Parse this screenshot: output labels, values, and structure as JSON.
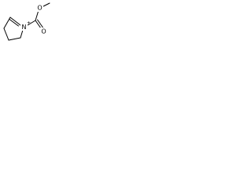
{
  "structure": {
    "atoms": {
      "nitrogen": {
        "symbol": "N",
        "charge": "+"
      },
      "carbonyl_oxygen": {
        "symbol": "O"
      },
      "ester_oxygen": {
        "symbol": "O"
      }
    }
  },
  "colors": {
    "bond": "#000000",
    "label": "#000000",
    "background": "#ffffff"
  }
}
